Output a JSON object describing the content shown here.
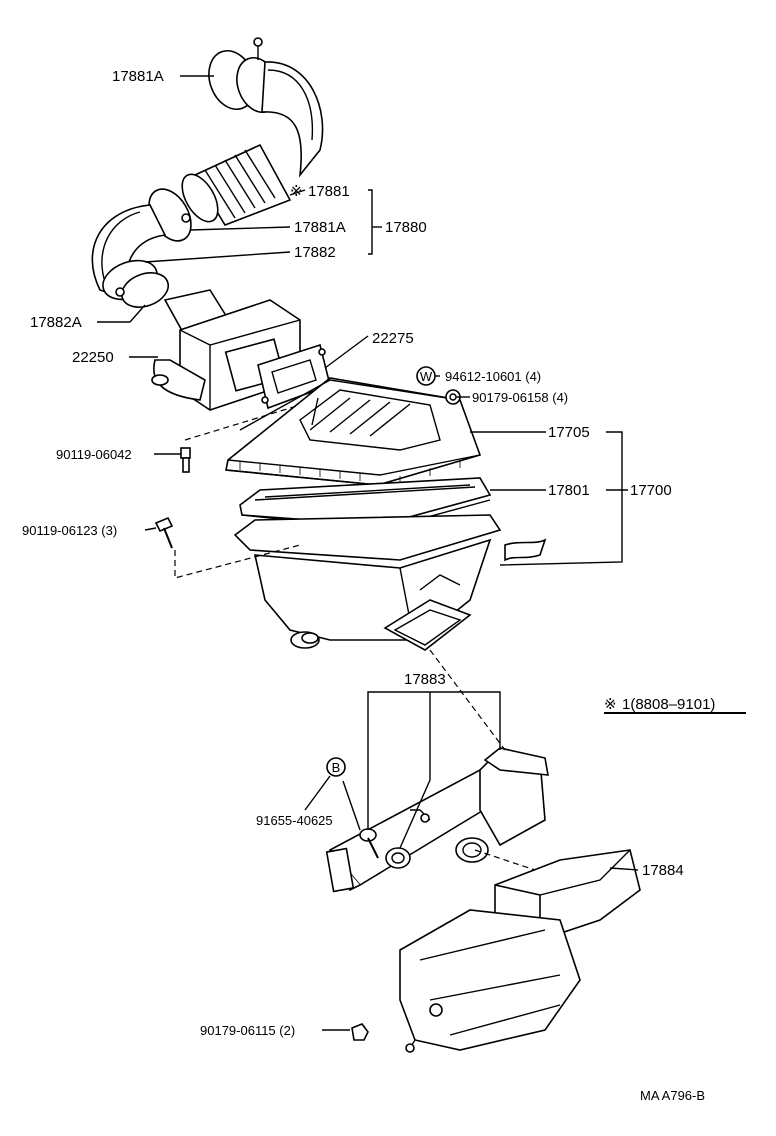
{
  "labels": {
    "p17881a_top": "17881A",
    "p17881": "17881",
    "p17881a_mid": "17881A",
    "p17880": "17880",
    "p17882": "17882",
    "p17882a": "17882A",
    "p22250": "22250",
    "p22275": "22275",
    "p94612": "94612-10601 (4)",
    "p90179_06158": "90179-06158 (4)",
    "p17705": "17705",
    "p90119_06042": "90119-06042",
    "p17801": "17801",
    "p17700": "17700",
    "p90119_06123": "90119-06123 (3)",
    "p17883": "17883",
    "note_range": "1(8808–9101)",
    "p91655": "91655-40625",
    "p17884": "17884",
    "p90179_06115": "90179-06115 (2)",
    "footer": "MA  A796-B"
  },
  "symbols": {
    "asterisk": "※",
    "w_circle": "W",
    "b_circle": "B"
  }
}
